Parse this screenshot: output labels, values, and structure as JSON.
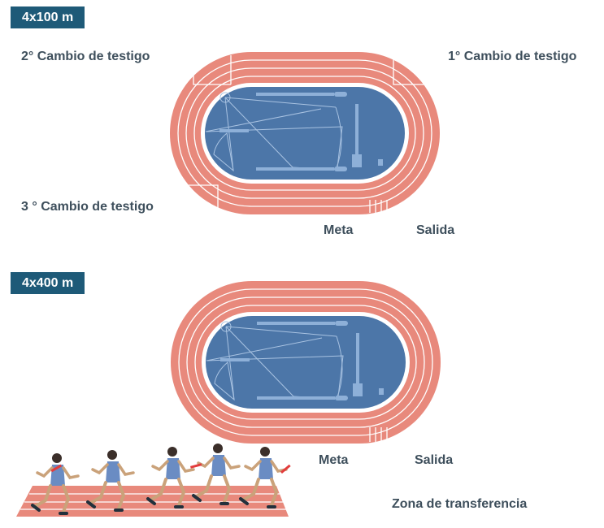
{
  "section_1": {
    "tag": "4x100 m",
    "exchange_2": "2° Cambio de testigo",
    "exchange_1": "1° Cambio de testigo",
    "exchange_3": "3 ° Cambio de testigo",
    "finish": "Meta",
    "start": "Salida"
  },
  "section_2": {
    "tag": "4x400 m",
    "finish": "Meta",
    "start": "Salida",
    "transfer_zone": "Zona de transferencia"
  },
  "colors": {
    "tag_bg": "#1e5a78",
    "label_text": "#3e4f5c",
    "track": "#e8897c",
    "field": "#4c76a8",
    "field_lines": "#a9c3e2",
    "runner_jersey": "#6a8cc3",
    "baton": "#e23c3c"
  },
  "icons": [
    "athletics-track",
    "relay-runner",
    "baton"
  ]
}
